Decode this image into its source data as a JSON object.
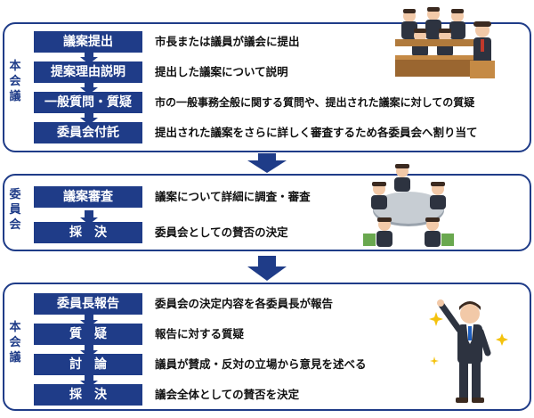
{
  "sections": [
    {
      "label": [
        "本",
        "会",
        "議"
      ],
      "steps": [
        {
          "label": "議案提出",
          "desc": "市長または議員が議会に提出"
        },
        {
          "label": "提案理由説明",
          "desc": "提出した議案について説明"
        },
        {
          "label": "一般質問・質疑",
          "desc": "市の一般事務全般に関する質問や、提出された議案に対しての質疑"
        },
        {
          "label": "委員会付託",
          "desc": "提出された議案をさらに詳しく審査するため各委員会へ割り当て"
        }
      ]
    },
    {
      "label": [
        "委",
        "員",
        "会"
      ],
      "steps": [
        {
          "label": "議案審査",
          "desc": "議案について詳細に調査・審査"
        },
        {
          "label": "採決",
          "desc": "委員会としての賛否の決定"
        }
      ]
    },
    {
      "label": [
        "本",
        "会",
        "議"
      ],
      "steps": [
        {
          "label": "委員長報告",
          "desc": "委員会の決定内容を各委員長が報告"
        },
        {
          "label": "質疑",
          "desc": "報告に対する質疑"
        },
        {
          "label": "討論",
          "desc": "議員が賛成・反対の立場から意見を述べる"
        },
        {
          "label": "採決",
          "desc": "議会全体としての賛否を決定"
        }
      ]
    }
  ],
  "colors": {
    "primary": "#1f3c88",
    "text": "#111111"
  }
}
